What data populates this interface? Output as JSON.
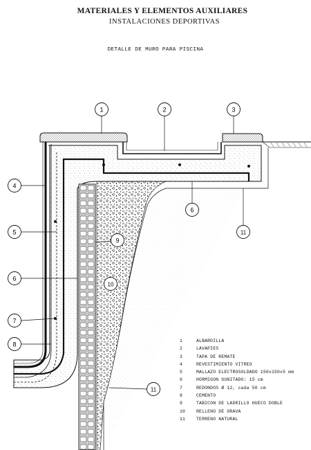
{
  "header": {
    "title": "MATERIALES Y ELEMENTOS AUXILIARES",
    "subtitle": "INSTALACIONES DEPORTIVAS"
  },
  "drawing": {
    "title": "DETALLE DE MURO PARA PISCINA",
    "callouts": [
      "1",
      "2",
      "3",
      "4",
      "5",
      "6",
      "7",
      "8",
      "9",
      "10",
      "11",
      "11"
    ]
  },
  "legend": [
    {
      "num": "1",
      "text": "ALBARDILLA"
    },
    {
      "num": "2",
      "text": "LAVAPIES"
    },
    {
      "num": "3",
      "text": "TAPA DE REMATE"
    },
    {
      "num": "4",
      "text": "REVESTIMIENTO VITREO"
    },
    {
      "num": "5",
      "text": "MALLAZO ELECTROSOLDADO 150x150x5 mm"
    },
    {
      "num": "6",
      "text": "HORMIGON GUNITADO: 15 cm"
    },
    {
      "num": "7",
      "text": "REDONDOS Ø 12, cada 50 cm"
    },
    {
      "num": "8",
      "text": "CEMENTO"
    },
    {
      "num": "9",
      "text": "TABICON DE LADRILLO HUECO DOBLE"
    },
    {
      "num": "10",
      "text": "RELLENO DE GRAVA"
    },
    {
      "num": "11",
      "text": "TERRENO NATURAL"
    }
  ]
}
